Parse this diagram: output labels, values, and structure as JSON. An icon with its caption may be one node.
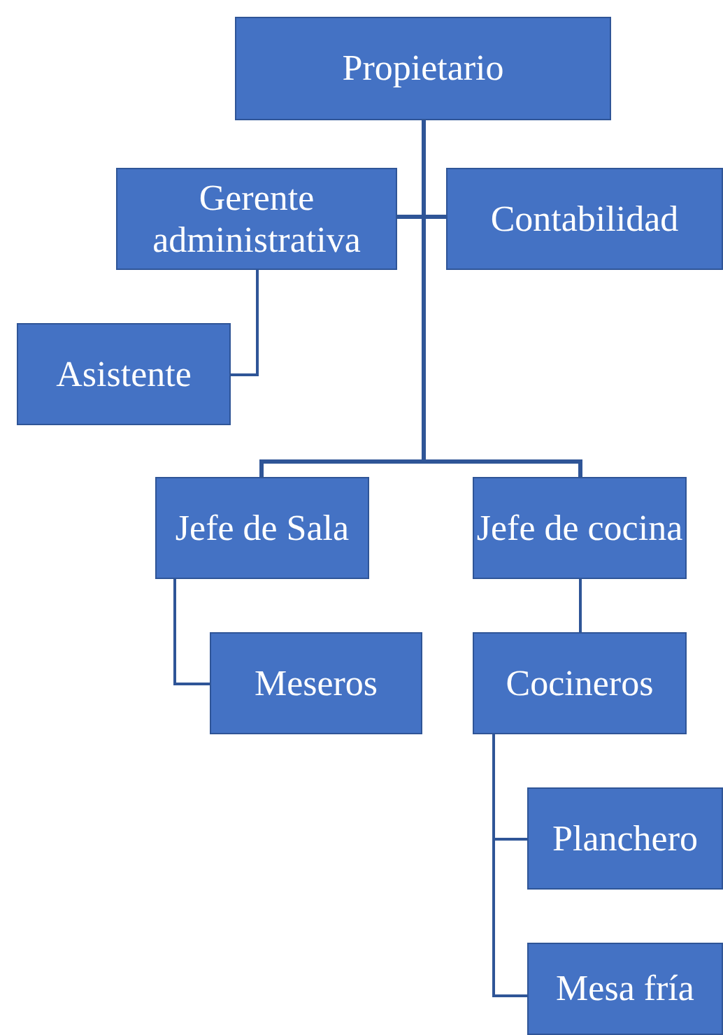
{
  "diagram": {
    "nodes": [
      {
        "text": [
          "Propietario"
        ]
      },
      {
        "text": [
          "Gerente administrativa"
        ]
      },
      {
        "text": [
          "Contabilidad"
        ]
      },
      {
        "text": [
          "Asistente"
        ]
      },
      {
        "text": [
          "Jefe de Sala"
        ]
      },
      {
        "text": [
          "Jefe de cocina"
        ]
      },
      {
        "text": [
          "Meseros"
        ]
      },
      {
        "text": [
          "Cocineros"
        ]
      },
      {
        "text": [
          "Planchero"
        ]
      },
      {
        "text": [
          "Mesa fría"
        ]
      }
    ],
    "edges": [
      {
        "from": 0,
        "to": 1,
        "arrow": "none"
      },
      {
        "from": 0,
        "to": 2,
        "arrow": "none"
      },
      {
        "from": 0,
        "to": 4,
        "arrow": "none"
      },
      {
        "from": 0,
        "to": 5,
        "arrow": "none"
      },
      {
        "from": 1,
        "to": 3,
        "arrow": "none"
      },
      {
        "from": 4,
        "to": 6,
        "arrow": "none"
      },
      {
        "from": 5,
        "to": 7,
        "arrow": "none"
      },
      {
        "from": 7,
        "to": 8,
        "arrow": "none"
      },
      {
        "from": 7,
        "to": 9,
        "arrow": "none"
      }
    ]
  }
}
